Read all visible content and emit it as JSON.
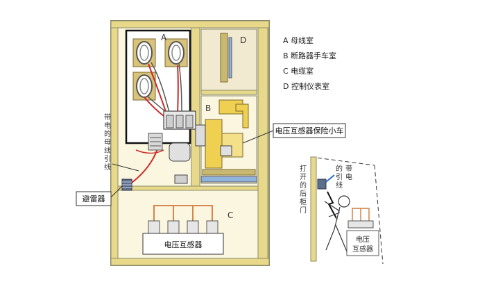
{
  "legend": [
    "A 母线室",
    "B 断路器手车室",
    "C 电缆室",
    "D 控制仪表室"
  ],
  "compartments": {
    "a": "A",
    "b": "B",
    "c": "C",
    "d": "D"
  },
  "labels": {
    "vt_truck": "电压互感器保险小车",
    "arrester": "避雷器",
    "vt_main": "电压互感器",
    "live_lead_vertical": [
      "带",
      "电",
      "的",
      "母",
      "线",
      "引",
      "线"
    ],
    "open_rear_door": [
      "打",
      "开",
      "的",
      "后",
      "柜",
      "门"
    ],
    "live_lead_small_a": [
      "的",
      "引",
      "线"
    ],
    "live_lead_small_b": [
      "带",
      "电"
    ],
    "vt_small_1": "电压",
    "vt_small_2": "互感器"
  },
  "colors": {
    "frame": "#e8d98a",
    "frame_dark": "#8a8a6a",
    "busbar_room": "#ffffff",
    "insulator": "#d9c27a",
    "cable_red": "#cc2a2a",
    "control_room": "#f2ead0",
    "truck_yellow": "#f0d050",
    "panel_blue": "#8fb3d9"
  }
}
